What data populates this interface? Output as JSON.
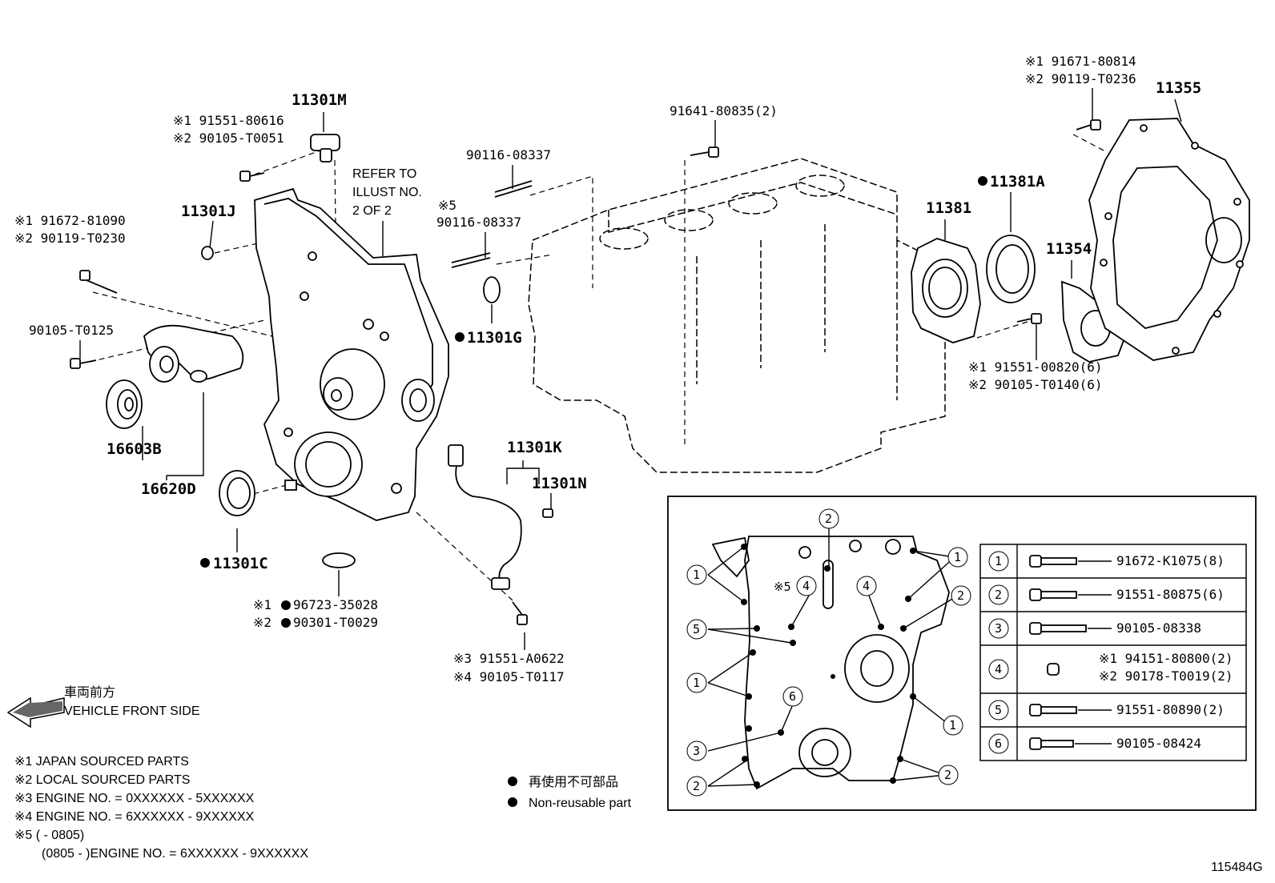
{
  "callouts": {
    "p11301M": "11301M",
    "p11301M_j": "※1 91551-80616",
    "p11301M_l": "※2 90105-T0051",
    "p11301J": "11301J",
    "bolt_j": "※1 91672-81090",
    "bolt_l": "※2 90119-T0230",
    "refer_1": "REFER TO",
    "refer_2": "ILLUST NO.",
    "refer_3": "2 OF 2",
    "stud_a": "90116-08337",
    "stud_b_note": "※5",
    "stud_b": "90116-08337",
    "block_bolt": "91641-80835(2)",
    "p11301G": "11301G",
    "p90105_T0125": "90105-T0125",
    "p16603B": "16603B",
    "p16620D": "16620D",
    "p11301C": "11301C",
    "oring_j": "※1",
    "oring_j_pn": "96723-35028",
    "oring_l": "※2",
    "oring_l_pn": "90301-T0029",
    "p11301K": "11301K",
    "p11301N": "11301N",
    "sensor_3": "※3 91551-A0622",
    "sensor_4": "※4 90105-T0117",
    "p11381": "11381",
    "p11381A": "11381A",
    "p11354": "11354",
    "p11355": "11355",
    "plate_j": "※1 91671-80814",
    "plate_l": "※2 90119-T0236",
    "seal_j": "※1 91551-00820(6)",
    "seal_l": "※2 90105-T0140(6)"
  },
  "front": {
    "jp": "車両前方",
    "en": "VEHICLE FRONT SIDE"
  },
  "notes": [
    "※1 JAPAN SOURCED PARTS",
    "※2 LOCAL SOURCED PARTS",
    "※3 ENGINE NO. = 0XXXXXX - 5XXXXXX",
    "※4 ENGINE NO. = 6XXXXXX - 9XXXXXX",
    "※5 (          - 0805)",
    "(0805 -          )ENGINE NO. = 6XXXXXX - 9XXXXXX"
  ],
  "legend": {
    "jp": "再使用不可部品",
    "en": "Non-reusable part"
  },
  "inset": {
    "marker_note": "※5",
    "markers": [
      "1",
      "2",
      "3",
      "4",
      "5",
      "6"
    ],
    "table": [
      {
        "num": "1",
        "part": "91672-K1075(8)"
      },
      {
        "num": "2",
        "part": "91551-80875(6)"
      },
      {
        "num": "3",
        "part": "90105-08338"
      },
      {
        "num": "4",
        "part_j": "※1 94151-80800(2)",
        "part_l": "※2 90178-T0019(2)"
      },
      {
        "num": "5",
        "part": "91551-80890(2)"
      },
      {
        "num": "6",
        "part": "90105-08424"
      }
    ]
  },
  "illustration_id": "115484G"
}
